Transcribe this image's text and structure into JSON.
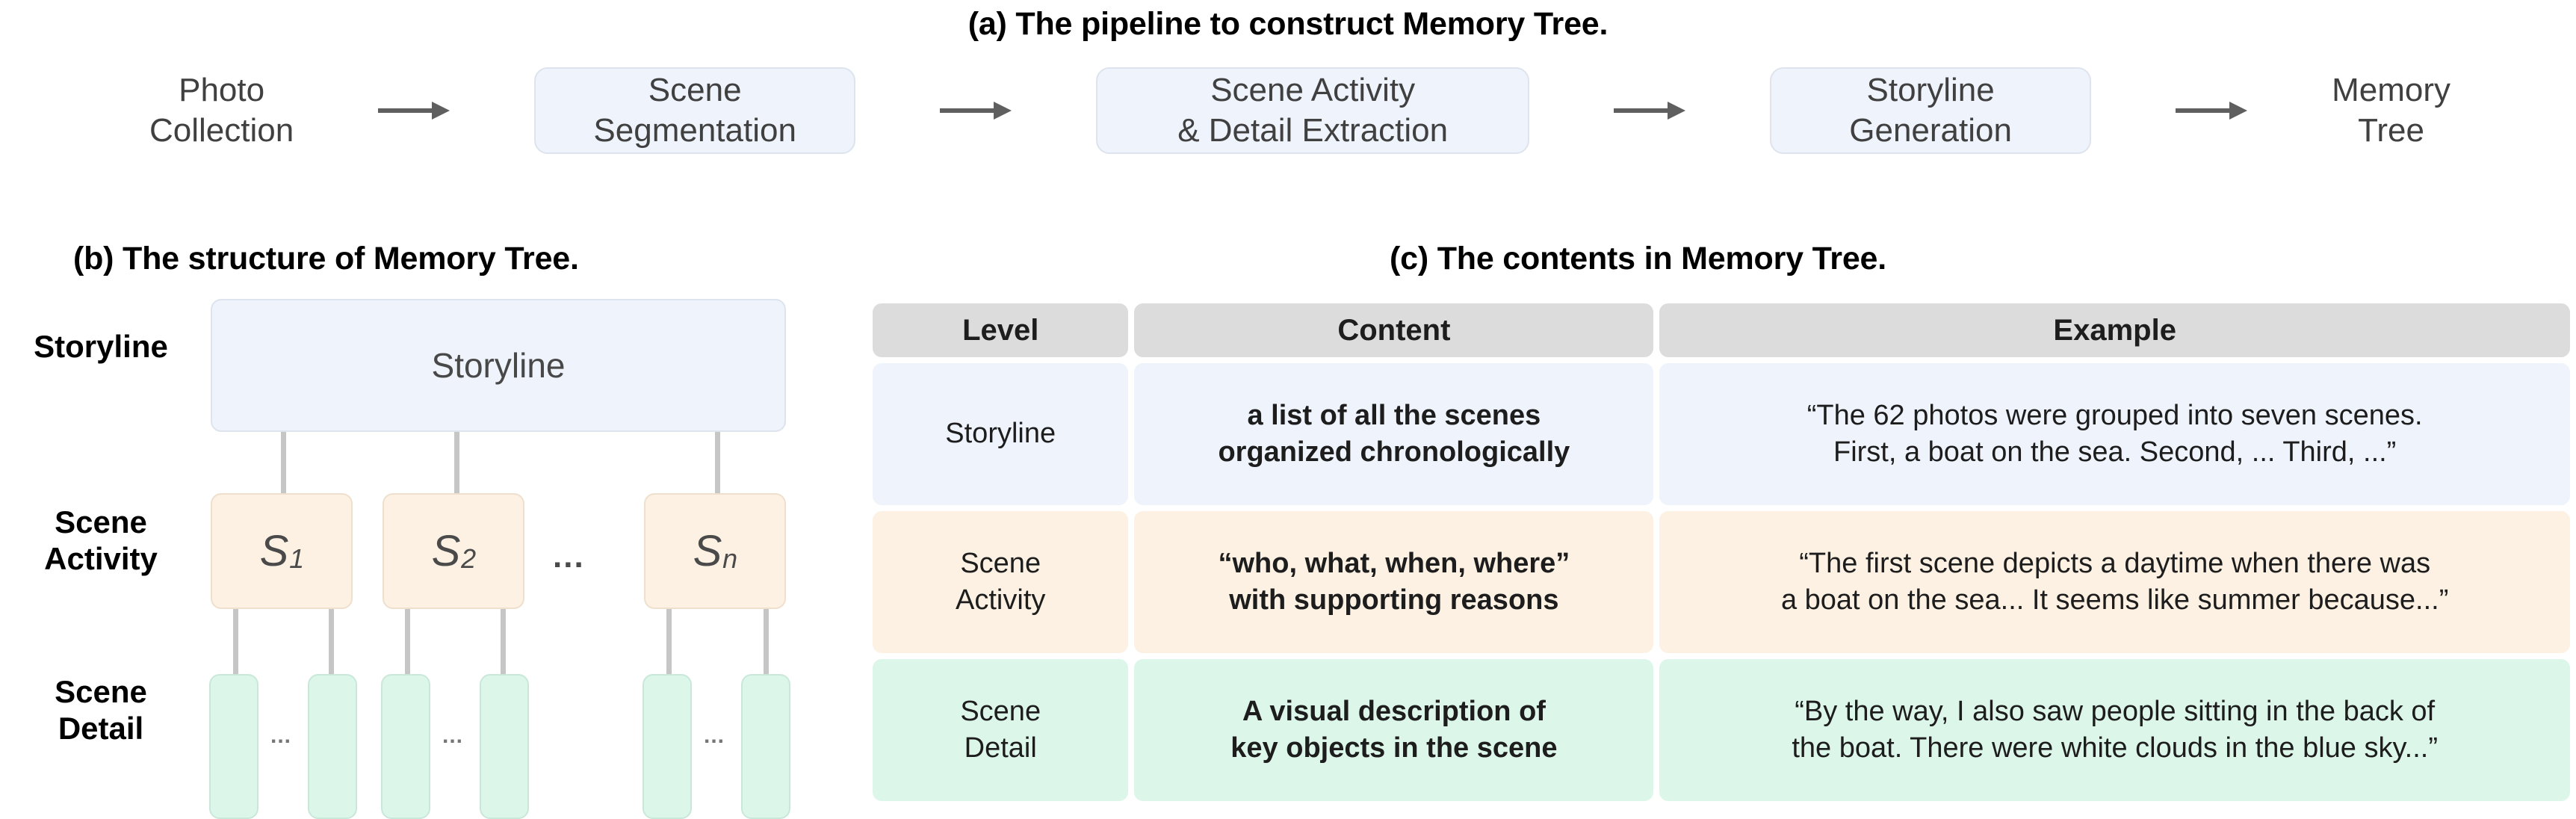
{
  "captions": {
    "a": "(a) The pipeline to construct Memory Tree.",
    "b": "(b) The structure of Memory Tree.",
    "c": "(c) The contents in Memory Tree."
  },
  "pipeline": {
    "steps": [
      {
        "label": "Photo\nCollection",
        "kind": "plain"
      },
      {
        "label": "Scene\nSegmentation",
        "kind": "box"
      },
      {
        "label": "Scene Activity\n& Detail Extraction",
        "kind": "box"
      },
      {
        "label": "Storyline\nGeneration",
        "kind": "box"
      },
      {
        "label": "Memory\nTree",
        "kind": "plain"
      }
    ],
    "arrow_icon": "arrow-right-icon"
  },
  "tree": {
    "row_labels": {
      "storyline": "Storyline",
      "scene_activity": "Scene\nActivity",
      "scene_detail": "Scene\nDetail"
    },
    "root": {
      "label": "Storyline"
    },
    "scenes": [
      {
        "label": "S",
        "sub": "1"
      },
      {
        "label": "S",
        "sub": "2"
      },
      {
        "label": "S",
        "sub": "n"
      }
    ],
    "scene_ellipsis": "...",
    "detail_ellipsis": "...",
    "colors": {
      "storyline": "#eef3fc",
      "scene_activity": "#fcf1e2",
      "scene_detail": "#ddf6ea",
      "connector": "#c6c6c6"
    }
  },
  "contents_table": {
    "headers": [
      "Level",
      "Content",
      "Example"
    ],
    "rows": [
      {
        "level": "Storyline",
        "content": "a list of all the scenes\norganized chronologically",
        "example": "“The 62 photos were grouped into seven scenes.\nFirst, a boat on the sea. Second, ... Third, ...”"
      },
      {
        "level": "Scene\nActivity",
        "content": "“who, what, when, where”\nwith supporting reasons",
        "example": "“The first scene depicts a daytime when there was\na boat on the sea... It seems like summer because...”"
      },
      {
        "level": "Scene\nDetail",
        "content": "A visual description of\nkey objects in the scene",
        "example": "“By the way, I also saw people sitting in the back of\nthe boat. There were white clouds in the blue sky...”"
      }
    ],
    "colors": {
      "header": "#dcdcdc",
      "row_storyline": "#eef3fc",
      "row_scene_activity": "#fcf1e2",
      "row_scene_detail": "#ddf6ea"
    }
  }
}
